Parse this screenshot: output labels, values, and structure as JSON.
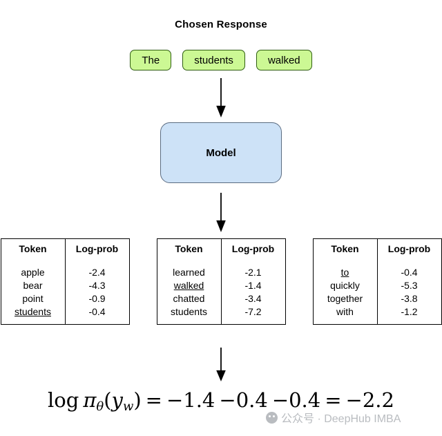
{
  "diagram": {
    "title": "Chosen Response",
    "chips": [
      {
        "label": "The"
      },
      {
        "label": "students"
      },
      {
        "label": "walked"
      }
    ],
    "model": {
      "label": "Model",
      "fill_color": "#cde2f7",
      "border_color": "#5a6b80"
    },
    "chip_colors": {
      "fill": "#ccf894",
      "border": "#2e5d10"
    },
    "arrows": [
      {
        "name": "arrow-chips-to-model"
      },
      {
        "name": "arrow-model-to-tables"
      },
      {
        "name": "arrow-tables-to-equation"
      }
    ],
    "tables": [
      {
        "name": "logprob-table-1",
        "headers": [
          "Token",
          "Log-prob"
        ],
        "rows": [
          {
            "token": "apple",
            "logprob": "-2.4",
            "selected": false
          },
          {
            "token": "bear",
            "logprob": "-4.3",
            "selected": false
          },
          {
            "token": "point",
            "logprob": "-0.9",
            "selected": false
          },
          {
            "token": "students",
            "logprob": "-0.4",
            "selected": true
          }
        ]
      },
      {
        "name": "logprob-table-2",
        "headers": [
          "Token",
          "Log-prob"
        ],
        "rows": [
          {
            "token": "learned",
            "logprob": "-2.1",
            "selected": false
          },
          {
            "token": "walked",
            "logprob": "-1.4",
            "selected": true
          },
          {
            "token": "chatted",
            "logprob": "-3.4",
            "selected": false
          },
          {
            "token": "students",
            "logprob": "-7.2",
            "selected": false
          }
        ]
      },
      {
        "name": "logprob-table-3",
        "headers": [
          "Token",
          "Log-prob"
        ],
        "rows": [
          {
            "token": "to",
            "logprob": "-0.4",
            "selected": true
          },
          {
            "token": "quickly",
            "logprob": "-5.3",
            "selected": false
          },
          {
            "token": "together",
            "logprob": "-3.8",
            "selected": false
          },
          {
            "token": "with",
            "logprob": "-1.2",
            "selected": false
          }
        ]
      }
    ],
    "equation": {
      "lhs_function": "log",
      "lhs_symbol": "π",
      "lhs_symbol_sub": "θ",
      "lhs_arg": "y",
      "lhs_arg_sub": "w",
      "terms": [
        "−1.4",
        "−0.4",
        "−0.4"
      ],
      "result": "−2.2",
      "plain": "log πθ(yw) = −1.4 − 0.4 − 0.4 = −2.2"
    },
    "watermark": {
      "text": "公众号 · DeepHub IMBA"
    }
  }
}
